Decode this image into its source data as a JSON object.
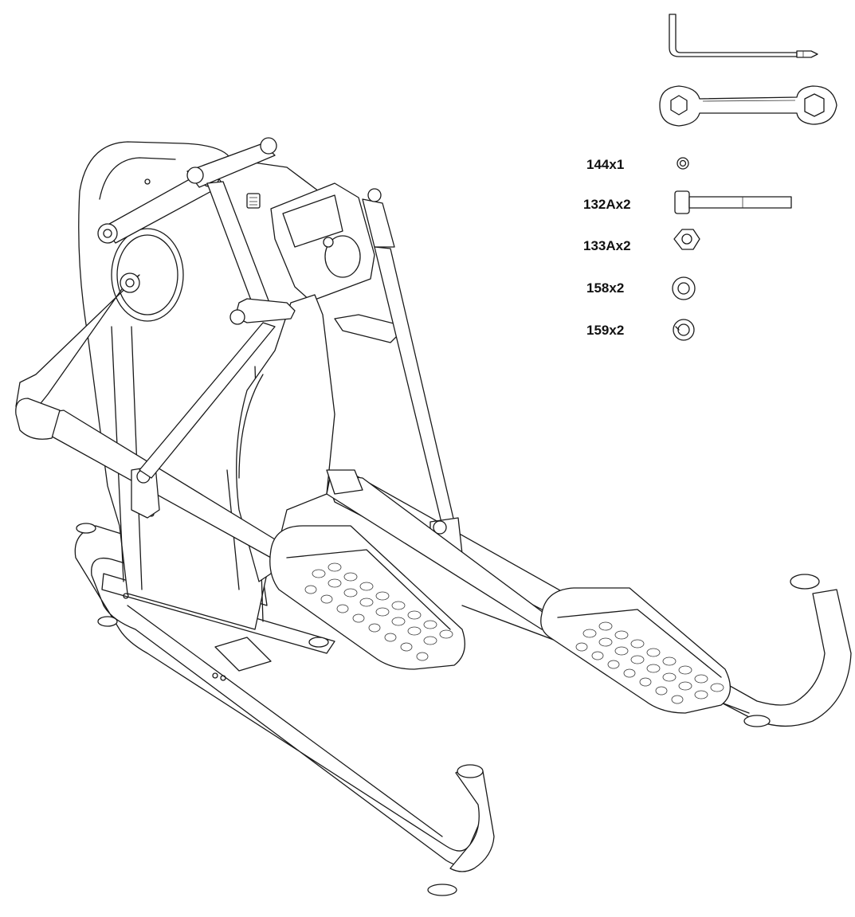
{
  "hardware": {
    "tools": [
      {
        "name": "hex-key-screwdriver-icon"
      },
      {
        "name": "double-hex-wrench-icon"
      }
    ],
    "parts": [
      {
        "label": "144x1",
        "icon": "small-nut-icon"
      },
      {
        "label": "132Ax2",
        "icon": "bolt-icon"
      },
      {
        "label": "133Ax2",
        "icon": "hex-nut-icon"
      },
      {
        "label": "158x2",
        "icon": "flat-washer-icon"
      },
      {
        "label": "159x2",
        "icon": "split-lock-washer-icon"
      }
    ]
  },
  "assembly": {
    "subject": "elliptical-trainer-line-drawing"
  }
}
